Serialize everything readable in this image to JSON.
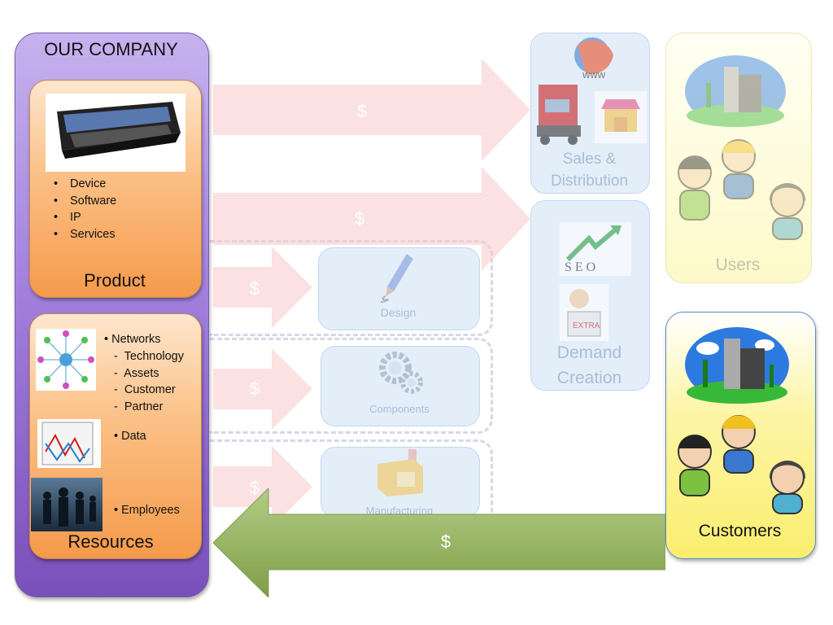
{
  "company": {
    "title": "OUR COMPANY"
  },
  "product": {
    "label": "Product",
    "bullets": [
      "Device",
      "Software",
      "IP",
      "Services"
    ]
  },
  "resources": {
    "label": "Resources",
    "networks": "Networks",
    "network_subs": [
      "Technology",
      "Assets",
      "Customer",
      "Partner"
    ],
    "data": "Data",
    "employees": "Employees"
  },
  "partners": {
    "sales": "Sales & Distribution",
    "demand": "Demand Creation",
    "design": "Design",
    "components": "Components",
    "manufacturing": "Manufacturing",
    "www_label": "www",
    "seo_label": "S E O",
    "extra_label": "EXTRA"
  },
  "users": {
    "label": "Users"
  },
  "customers": {
    "label": "Customers"
  },
  "flows": {
    "to_sales": "$",
    "to_demand": "$",
    "to_design": "$",
    "to_components": "$",
    "to_manufacturing": "$",
    "from_customers": "$"
  },
  "colors": {
    "company": "#a381de",
    "resource_box": "#f59a4b",
    "red_arrow": "#f9d3d3",
    "green_arrow": "#8fae58",
    "partner_tile": "#d2e2f5",
    "customers_box": "#faee6e"
  }
}
